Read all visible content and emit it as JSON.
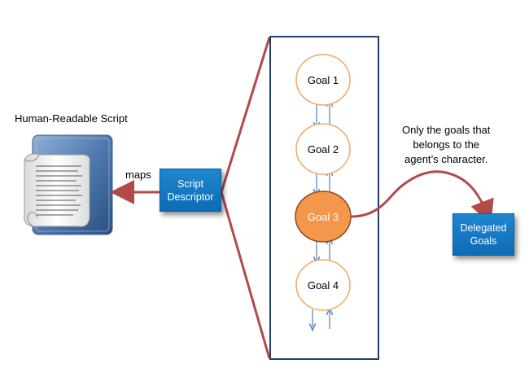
{
  "script_label": "Human-Readable Script",
  "maps_label": "maps",
  "script_descriptor": "Script\nDescriptor",
  "goals": [
    "Goal 1",
    "Goal 2",
    "Goal 3",
    "Goal 4"
  ],
  "highlighted_goal": "Goal 3",
  "note": "Only the goals that\nbelongs to the\nagent’s character.",
  "delegated_goals": "Delegated\nGoals",
  "colors": {
    "box_blue": "#0d6cb6",
    "goal_orange": "#f4964b",
    "goal_outline": "#f0a868",
    "arrow_red": "#b24a4a",
    "panel_border": "#1f3f6e",
    "link_arrow": "#4f7fbf"
  }
}
